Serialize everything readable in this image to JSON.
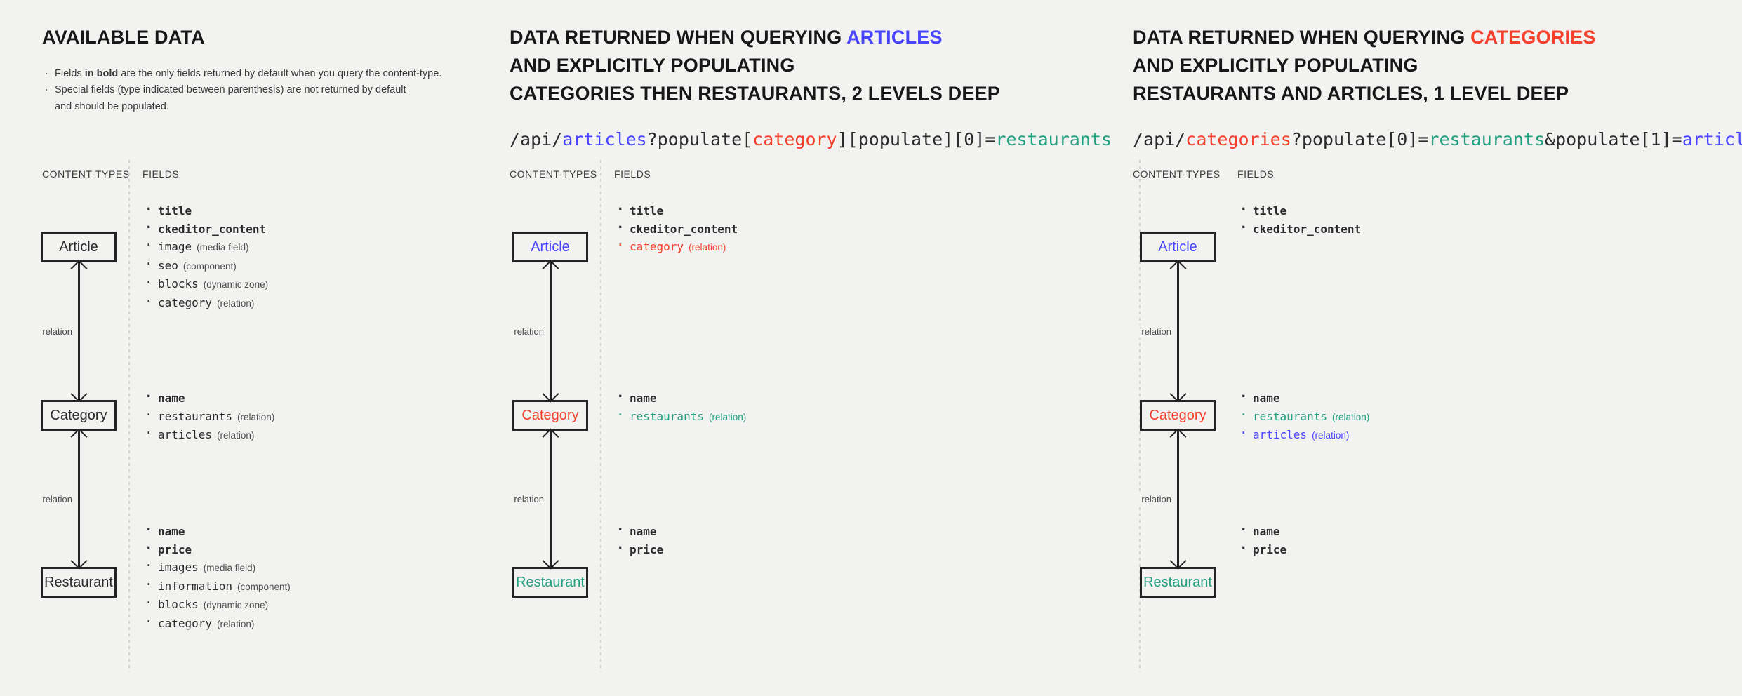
{
  "theme": {
    "background": "#f2f2f1",
    "ink": "#1f1f1f",
    "blue": "#4945ff",
    "red": "#f5402c",
    "green": "#22a07f"
  },
  "panels": [
    {
      "title_lines": [
        [
          {
            "text": "AVAILABLE DATA",
            "color": "default"
          }
        ]
      ],
      "bullets": [
        "Fields in bold are the only fields returned by default when you query the content-type.",
        "Special fields (type indicated between parenthesis) are not returned by default",
        "and should be populated."
      ],
      "url": null,
      "col_contenttypes": "CONTENT-TYPES",
      "col_fields": "FIELDS",
      "relation_label": "relation",
      "nodes": [
        {
          "label": "Article",
          "color": "default"
        },
        {
          "label": "Category",
          "color": "default"
        },
        {
          "label": "Restaurant",
          "color": "default"
        }
      ],
      "groups": [
        [
          {
            "name": "title",
            "type": "",
            "bold": true,
            "color": "default"
          },
          {
            "name": "ckeditor_content",
            "type": "",
            "bold": true,
            "color": "default"
          },
          {
            "name": "image",
            "type": "(media field)",
            "bold": false,
            "color": "default"
          },
          {
            "name": "seo",
            "type": "(component)",
            "bold": false,
            "color": "default"
          },
          {
            "name": "blocks",
            "type": "(dynamic zone)",
            "bold": false,
            "color": "default"
          },
          {
            "name": "category",
            "type": "(relation)",
            "bold": false,
            "color": "default"
          }
        ],
        [
          {
            "name": "name",
            "type": "",
            "bold": true,
            "color": "default"
          },
          {
            "name": "restaurants",
            "type": "(relation)",
            "bold": false,
            "color": "default"
          },
          {
            "name": "articles",
            "type": "(relation)",
            "bold": false,
            "color": "default"
          }
        ],
        [
          {
            "name": "name",
            "type": "",
            "bold": true,
            "color": "default"
          },
          {
            "name": "price",
            "type": "",
            "bold": true,
            "color": "default"
          },
          {
            "name": "images",
            "type": "(media field)",
            "bold": false,
            "color": "default"
          },
          {
            "name": "information",
            "type": "(component)",
            "bold": false,
            "color": "default"
          },
          {
            "name": "blocks",
            "type": "(dynamic zone)",
            "bold": false,
            "color": "default"
          },
          {
            "name": "category",
            "type": "(relation)",
            "bold": false,
            "color": "default"
          }
        ]
      ]
    },
    {
      "title_lines": [
        [
          {
            "text": "DATA RETURNED WHEN QUERYING ",
            "color": "default"
          },
          {
            "text": "ARTICLES",
            "color": "blue"
          }
        ],
        [
          {
            "text": "AND EXPLICITLY POPULATING",
            "color": "default"
          }
        ],
        [
          {
            "text": "CATEGORIES THEN RESTAURANTS, 2 LEVELS DEEP",
            "color": "default"
          }
        ]
      ],
      "bullets": [],
      "url": [
        {
          "text": "/api/",
          "color": "default"
        },
        {
          "text": "articles",
          "color": "blue"
        },
        {
          "text": "?populate[",
          "color": "default"
        },
        {
          "text": "category",
          "color": "red"
        },
        {
          "text": "][populate][0]=",
          "color": "default"
        },
        {
          "text": "restaurants",
          "color": "green"
        }
      ],
      "col_contenttypes": "CONTENT-TYPES",
      "col_fields": "FIELDS",
      "relation_label": "relation",
      "nodes": [
        {
          "label": "Article",
          "color": "blue"
        },
        {
          "label": "Category",
          "color": "red"
        },
        {
          "label": "Restaurant",
          "color": "green"
        }
      ],
      "groups": [
        [
          {
            "name": "title",
            "type": "",
            "bold": true,
            "color": "default"
          },
          {
            "name": "ckeditor_content",
            "type": "",
            "bold": true,
            "color": "default"
          },
          {
            "name": "category",
            "type": "(relation)",
            "bold": false,
            "color": "red"
          }
        ],
        [
          {
            "name": "name",
            "type": "",
            "bold": true,
            "color": "default"
          },
          {
            "name": "restaurants",
            "type": "(relation)",
            "bold": false,
            "color": "green"
          }
        ],
        [
          {
            "name": "name",
            "type": "",
            "bold": true,
            "color": "default"
          },
          {
            "name": "price",
            "type": "",
            "bold": true,
            "color": "default"
          }
        ]
      ]
    },
    {
      "title_lines": [
        [
          {
            "text": "DATA RETURNED WHEN QUERYING ",
            "color": "default"
          },
          {
            "text": "CATEGORIES",
            "color": "red"
          }
        ],
        [
          {
            "text": "AND EXPLICITLY POPULATING",
            "color": "default"
          }
        ],
        [
          {
            "text": "RESTAURANTS AND ARTICLES, 1 LEVEL DEEP",
            "color": "default"
          }
        ]
      ],
      "bullets": [],
      "url": [
        {
          "text": "/api/",
          "color": "default"
        },
        {
          "text": "categories",
          "color": "red"
        },
        {
          "text": "?populate[0]=",
          "color": "default"
        },
        {
          "text": "restaurants",
          "color": "green"
        },
        {
          "text": "&populate[1]=",
          "color": "default"
        },
        {
          "text": "articles",
          "color": "blue"
        }
      ],
      "col_contenttypes": "CONTENT-TYPES",
      "col_fields": "FIELDS",
      "relation_label": "relation",
      "nodes": [
        {
          "label": "Article",
          "color": "blue"
        },
        {
          "label": "Category",
          "color": "red"
        },
        {
          "label": "Restaurant",
          "color": "green"
        }
      ],
      "groups": [
        [
          {
            "name": "title",
            "type": "",
            "bold": true,
            "color": "default"
          },
          {
            "name": "ckeditor_content",
            "type": "",
            "bold": true,
            "color": "default"
          }
        ],
        [
          {
            "name": "name",
            "type": "",
            "bold": true,
            "color": "default"
          },
          {
            "name": "restaurants",
            "type": "(relation)",
            "bold": false,
            "color": "green"
          },
          {
            "name": "articles",
            "type": "(relation)",
            "bold": false,
            "color": "blue"
          }
        ],
        [
          {
            "name": "name",
            "type": "",
            "bold": true,
            "color": "default"
          },
          {
            "name": "price",
            "type": "",
            "bold": true,
            "color": "default"
          }
        ]
      ]
    }
  ]
}
